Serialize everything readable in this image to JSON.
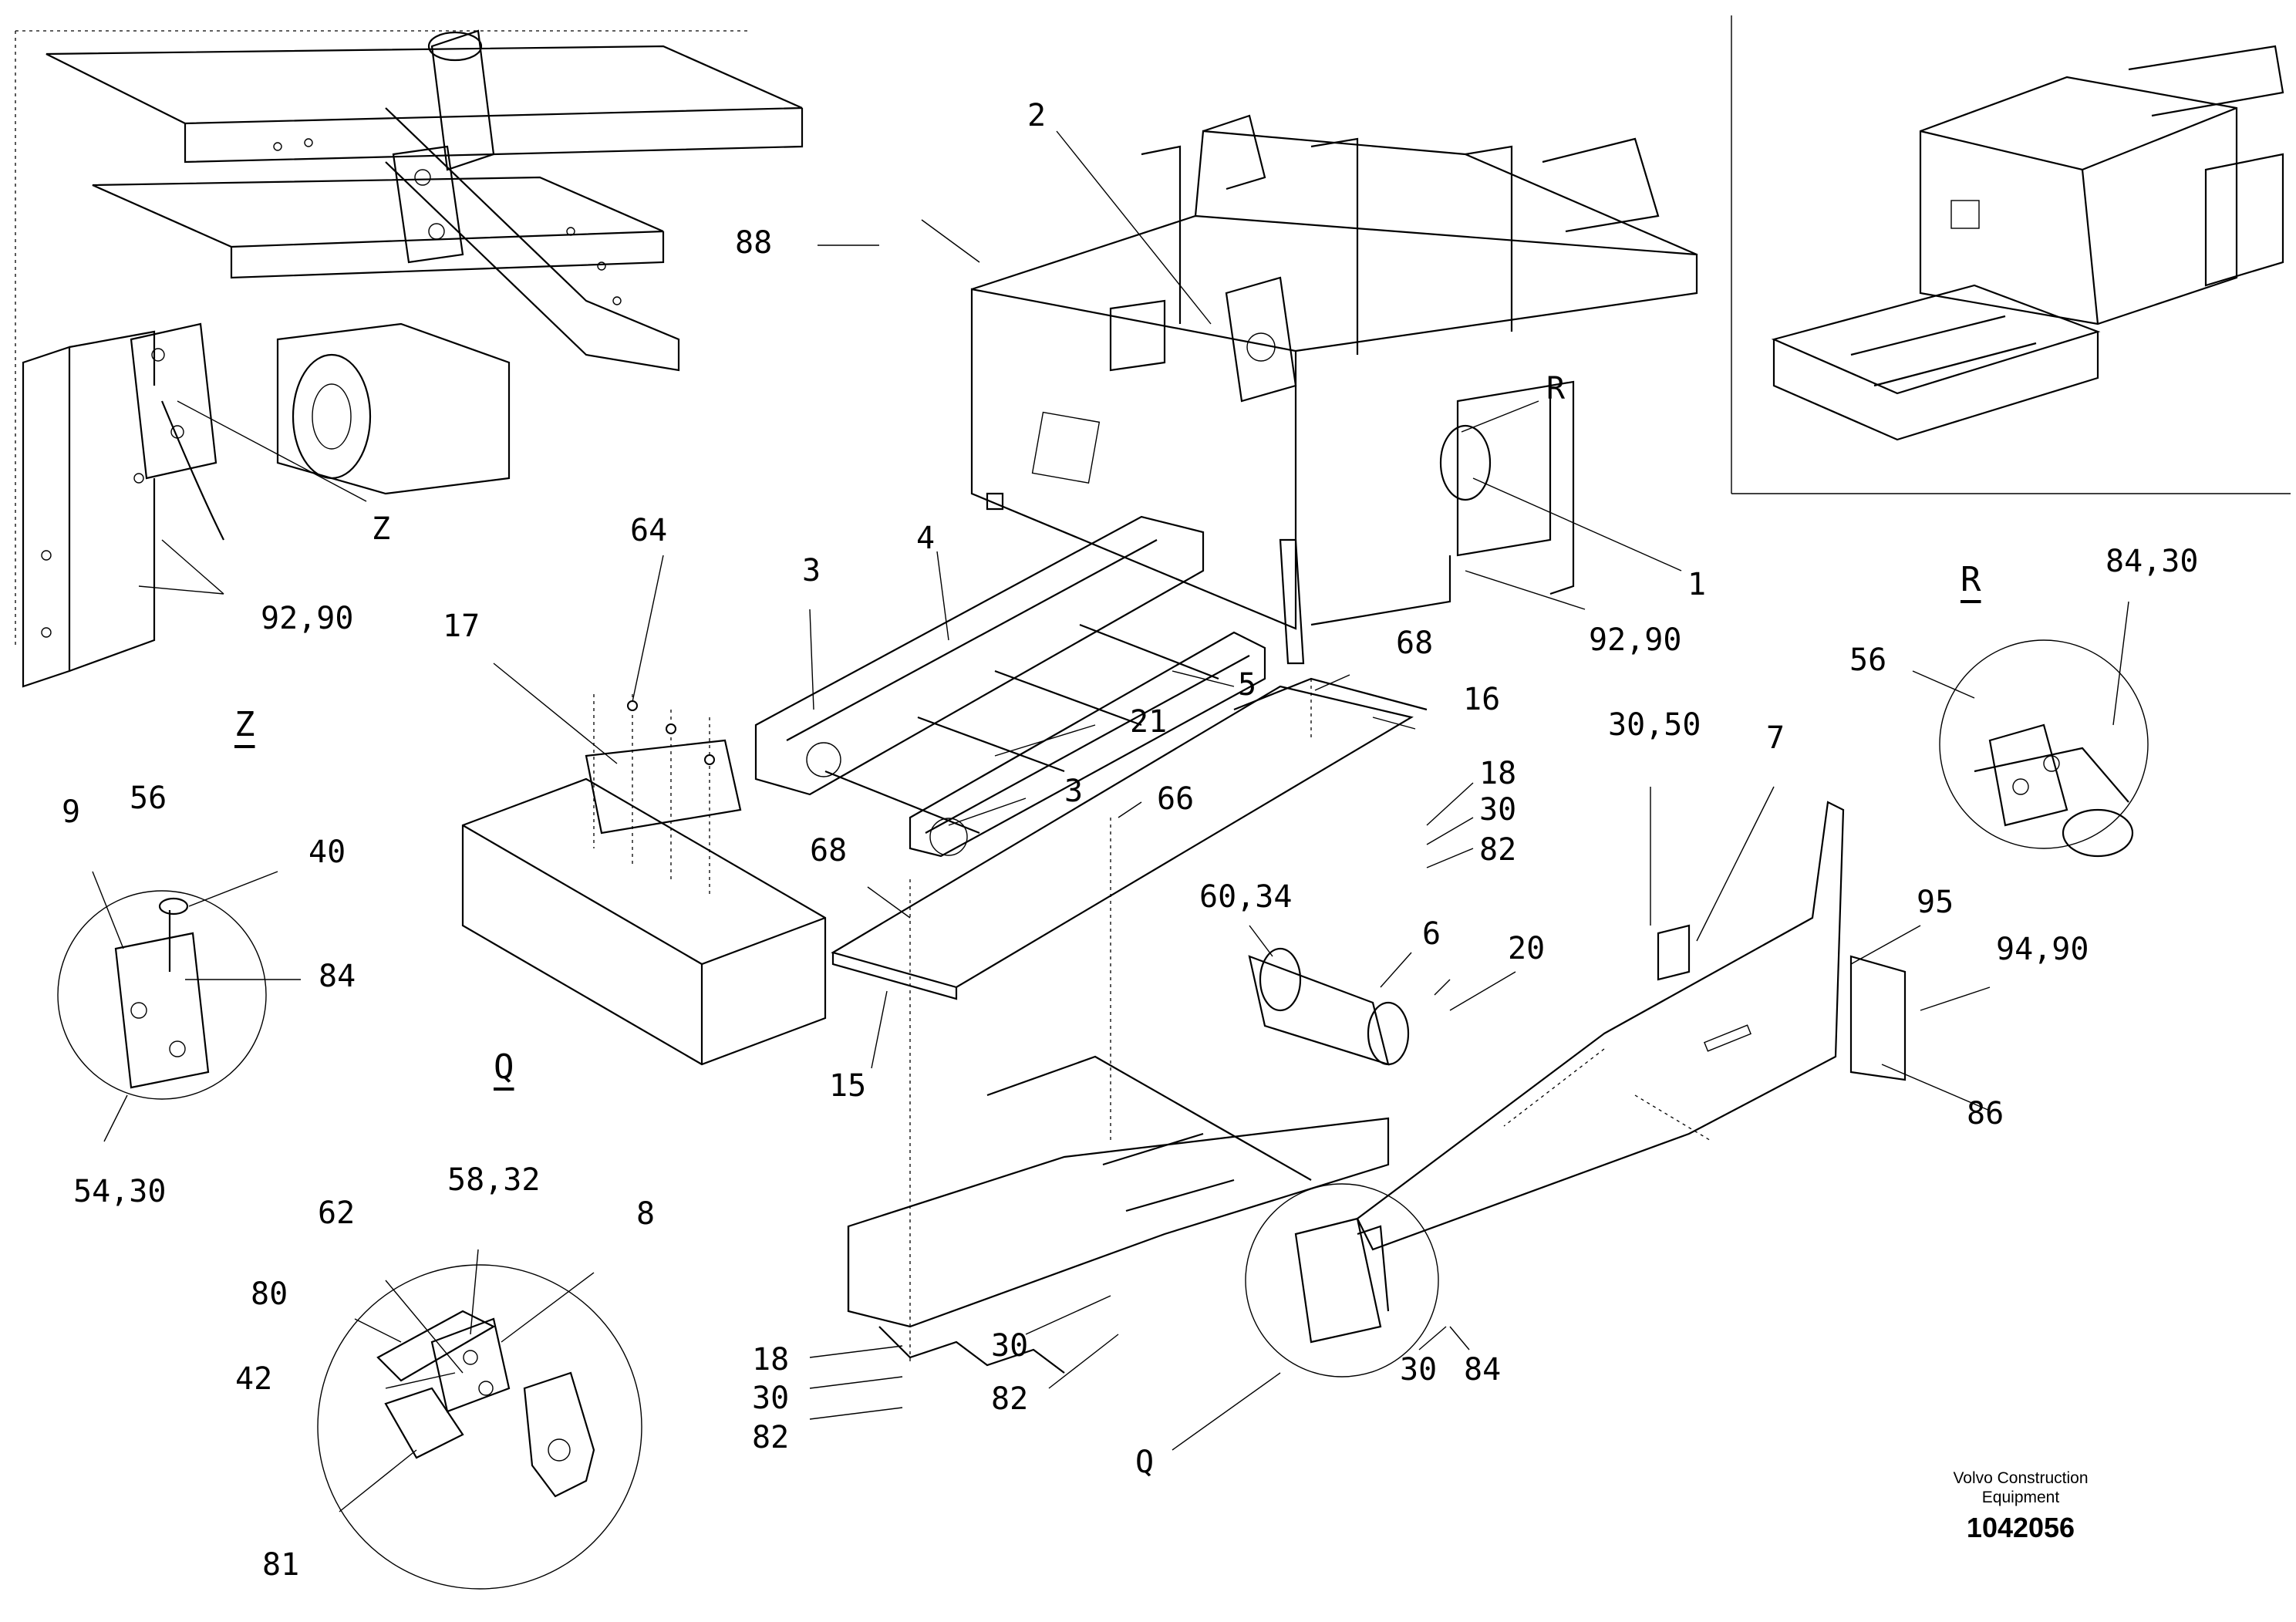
{
  "callouts": {
    "c_2": "2",
    "c_88": "88",
    "c_R_main": "R",
    "c_1": "1",
    "c_92_90_main": "92,90",
    "c_Z_main": "Z",
    "c_92_90_left": "92,90",
    "c_64": "64",
    "c_17": "17",
    "c_3_top": "3",
    "c_4": "4",
    "c_5": "5",
    "c_21": "21",
    "c_3_low": "3",
    "c_68_top": "68",
    "c_16": "16",
    "c_66": "66",
    "c_18_mid": "18",
    "c_30_mid": "30",
    "c_82_mid": "82",
    "c_68_low": "68",
    "c_60_34": "60,34",
    "c_6": "6",
    "c_20": "20",
    "c_15": "15",
    "c_30_50": "30,50",
    "c_7": "7",
    "c_95": "95",
    "c_94_90": "94,90",
    "c_86": "86",
    "c_84_30_r": "84,30",
    "c_56_r": "56",
    "c_R_detail": "R",
    "c_Z_detail": "Z",
    "c_9": "9",
    "c_56_z": "56",
    "c_40": "40",
    "c_84_z": "84",
    "c_54_30": "54,30",
    "c_Q_detail": "Q",
    "c_58_32": "58,32",
    "c_62": "62",
    "c_8": "8",
    "c_80": "80",
    "c_42": "42",
    "c_81": "81",
    "c_18_low": "18",
    "c_30_low": "30",
    "c_82_low": "82",
    "c_30_low2": "30",
    "c_82_low2": "82",
    "c_Q_main": "Q",
    "c_30_q": "30",
    "c_84_q": "84"
  },
  "brand": {
    "line1": "Volvo Construction",
    "line2": "Equipment",
    "code": "1042056"
  }
}
